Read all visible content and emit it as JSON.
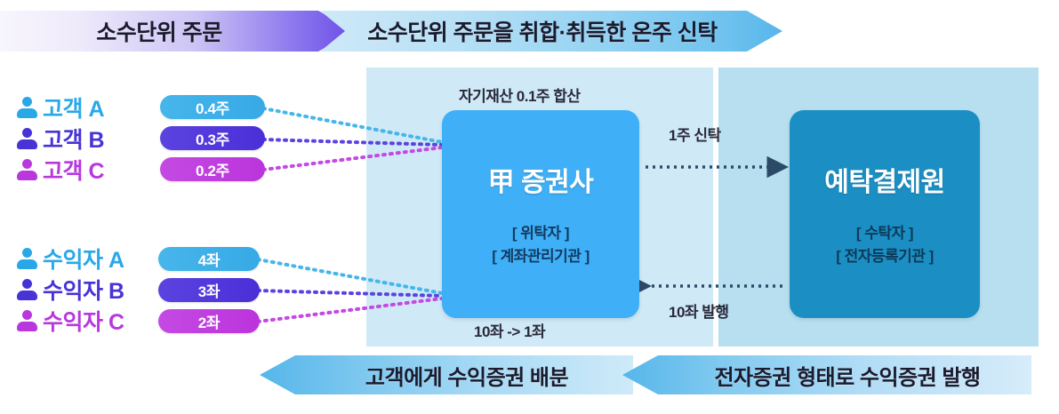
{
  "banners": {
    "top_left": "소수단위 주문",
    "top_right": "소수단위 주문을 취합·취득한 온주 신탁",
    "bottom_left": "고객에게 수익증권 배분",
    "bottom_right": "전자증권 형태로 수익증권 발행"
  },
  "customers": [
    {
      "icon": "person-icon",
      "name": "고객 A",
      "amount": "0.4주",
      "color": "#29a8e8"
    },
    {
      "icon": "person-icon",
      "name": "고객 B",
      "amount": "0.3주",
      "color": "#4733d6"
    },
    {
      "icon": "person-icon",
      "name": "고객 C",
      "amount": "0.2주",
      "color": "#b838dd"
    }
  ],
  "beneficiaries": [
    {
      "icon": "person-icon",
      "name": "수익자 A",
      "amount": "4좌",
      "color": "#29a8e8"
    },
    {
      "icon": "person-icon",
      "name": "수익자 B",
      "amount": "3좌",
      "color": "#4733d6"
    },
    {
      "icon": "person-icon",
      "name": "수익자 C",
      "amount": "2좌",
      "color": "#b838dd"
    }
  ],
  "broker": {
    "caption_top": "자기재산 0.1주 합산",
    "title": "甲 증권사",
    "role_1": "[ 위탁자 ]",
    "role_2": "[ 계좌관리기관 ]",
    "caption_bottom": "10좌 -> 1좌",
    "panel_color": "#cfe9f7",
    "box_color": "#3fb0f7"
  },
  "ksd": {
    "title": "예탁결제원",
    "role_1": "[ 수탁자 ]",
    "role_2": "[ 전자등록기관 ]",
    "panel_color": "#b7dff0",
    "box_color": "#1b8fc4"
  },
  "flows": {
    "trust_label": "1주 신탁",
    "issue_label": "10좌 발행"
  }
}
